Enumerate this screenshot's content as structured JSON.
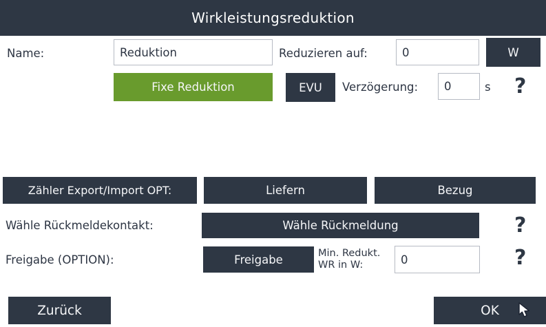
{
  "header": {
    "title": "Wirkleistungsreduktion"
  },
  "row_name": {
    "name_label": "Name:",
    "name_value": "Reduktion",
    "reduce_label": "Reduzieren auf:",
    "reduce_value": "0",
    "unit_button": "W"
  },
  "row_mode": {
    "fixed_reduction_button": "Fixe Reduktion",
    "evu_button": "EVU",
    "delay_label": "Verzögerung:",
    "delay_value": "0",
    "delay_unit": "s",
    "help": "?"
  },
  "row_meter": {
    "meter_button": "Zähler Export/Import OPT:",
    "deliver_button": "Liefern",
    "draw_button": "Bezug"
  },
  "row_feedback": {
    "label": "Wähle Rückmeldekontakt:",
    "button": "Wähle Rückmeldung",
    "help": "?"
  },
  "row_release": {
    "label": "Freigabe (OPTION):",
    "button": "Freigabe",
    "min_label_line1": "Min. Redukt.",
    "min_label_line2": "WR in W:",
    "min_value": "0",
    "help": "?"
  },
  "footer": {
    "back_button": "Zurück",
    "ok_button": "OK"
  },
  "colors": {
    "dark": "#2e3744",
    "green": "#699b2d",
    "input_border": "#b6bac3",
    "text": "#2d3543",
    "background": "#ffffff"
  },
  "icons": {
    "cursor": "arrow-cursor",
    "help": "question-mark-icon"
  }
}
